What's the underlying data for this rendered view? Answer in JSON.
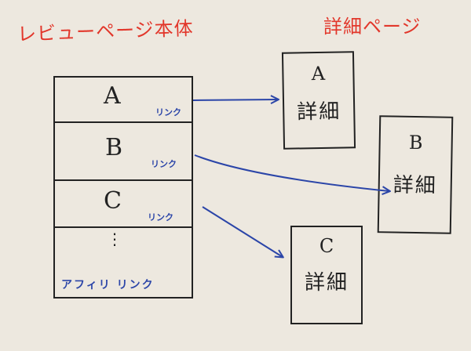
{
  "review_page": {
    "title": "レビューページ本体",
    "sections": [
      {
        "letter": "A",
        "link": "リンク"
      },
      {
        "letter": "B",
        "link": "リンク"
      },
      {
        "letter": "C",
        "link": "リンク"
      }
    ],
    "ellipsis": "⋮",
    "affiliate_link": "アフィリ リンク"
  },
  "detail_pages": {
    "title": "詳細ページ",
    "cards": [
      {
        "letter": "A",
        "text": "詳細"
      },
      {
        "letter": "B",
        "text": "詳細"
      },
      {
        "letter": "C",
        "text": "詳細"
      }
    ]
  },
  "colors": {
    "background": "#ede8df",
    "title_red": "#e2372b",
    "link_blue": "#2b45a8",
    "ink": "#222222"
  }
}
